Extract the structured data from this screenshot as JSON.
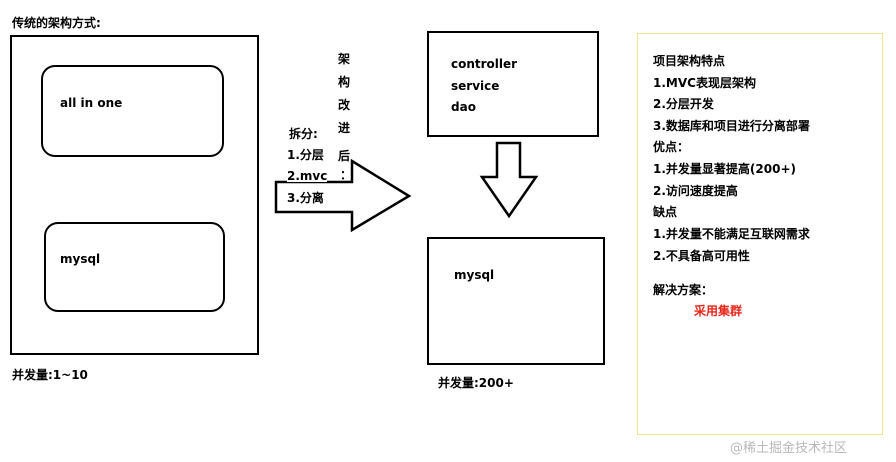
{
  "left": {
    "title": "传统的架构方式:",
    "inner_top": "all in one",
    "inner_bottom": "mysql",
    "concurrency": "并发量:1~10"
  },
  "middle": {
    "vertical_label": [
      "架",
      "构",
      "改",
      "进",
      "后",
      "："
    ],
    "split_title": "拆分:",
    "split_items": [
      "1.分层",
      "2.mvc",
      "3.分离"
    ]
  },
  "right": {
    "top_box": [
      "controller",
      "service",
      "dao"
    ],
    "bottom_box": "mysql",
    "concurrency": "并发量:200+"
  },
  "features": {
    "title": "项目架构特点",
    "lines": [
      "1.MVC表现层架构",
      "2.分层开发",
      "3.数据库和项目进行分离部署",
      "优点：",
      "1.并发量显著提高(200+)",
      "2.访问速度提高",
      "缺点",
      "1.并发量不能满足互联网需求",
      "2.不具备高可用性"
    ],
    "solution_title": "解决方案：",
    "solution": "采用集群",
    "solution_color": "#e8261a"
  },
  "watermark": "@稀土掘金技术社区"
}
